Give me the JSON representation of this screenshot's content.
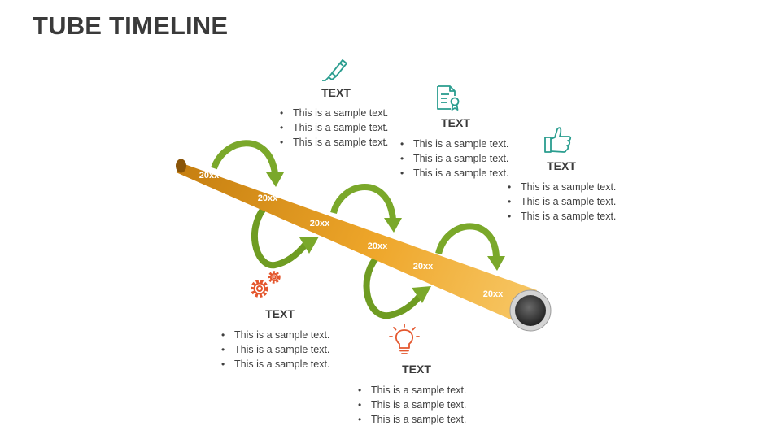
{
  "slide": {
    "title": "TUBE TIMELINE"
  },
  "tube": {
    "year_labels": [
      "20xx",
      "20xx",
      "20xx",
      "20xx",
      "20xx",
      "20xx"
    ],
    "colors": {
      "start": "#c67f10",
      "end": "#f7c765",
      "arrow": "#7aa82a",
      "opening": "#3a3a3a"
    }
  },
  "milestones": [
    {
      "heading": "TEXT",
      "icon": "highlighter-pen-icon",
      "icon_color": "#2a9d8f",
      "bullets": [
        "This is a sample text.",
        "This is a sample text.",
        "This is a sample text."
      ]
    },
    {
      "heading": "TEXT",
      "icon": "certificate-document-icon",
      "icon_color": "#2a9d8f",
      "bullets": [
        "This is a sample text.",
        "This is a sample text.",
        "This is a sample text."
      ]
    },
    {
      "heading": "TEXT",
      "icon": "thumbs-up-icon",
      "icon_color": "#2a9d8f",
      "bullets": [
        "This is a sample text.",
        "This is a sample text.",
        "This is a sample text."
      ]
    },
    {
      "heading": "TEXT",
      "icon": "gears-icon",
      "icon_color": "#e4572e",
      "bullets": [
        "This is a sample text.",
        "This is a sample text.",
        "This is a sample text."
      ]
    },
    {
      "heading": "TEXT",
      "icon": "lightbulb-icon",
      "icon_color": "#e4572e",
      "bullets": [
        "This is a sample text.",
        "This is a sample text.",
        "This is a sample text."
      ]
    }
  ]
}
